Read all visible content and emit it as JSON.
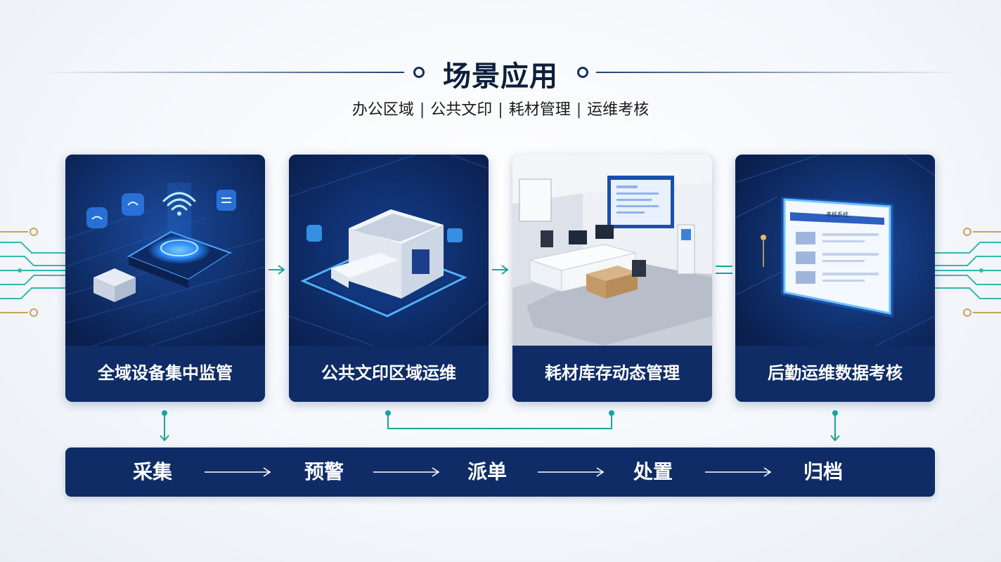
{
  "header": {
    "title": "场景应用",
    "subtitle_items": [
      "办公区域",
      "公共文印",
      "耗材管理",
      "运维考核"
    ],
    "separator": "|"
  },
  "cards": [
    {
      "label": "全域设备集中监管",
      "image": "wifi-iot-devices-illustration"
    },
    {
      "label": "公共文印区域运维",
      "image": "printer-illustration"
    },
    {
      "label": "耗材库存动态管理",
      "image": "office-storage-illustration"
    },
    {
      "label": "后勤运维数据考核",
      "image": "dashboard-screen-illustration"
    }
  ],
  "screen": {
    "title": "考核系统"
  },
  "flow": {
    "steps": [
      "采集",
      "预警",
      "派单",
      "处置",
      "归档"
    ]
  },
  "colors": {
    "navy": "#0f2c66",
    "teal": "#1aa39a",
    "gold": "#c8a45a",
    "glow": "#35a9ff"
  }
}
